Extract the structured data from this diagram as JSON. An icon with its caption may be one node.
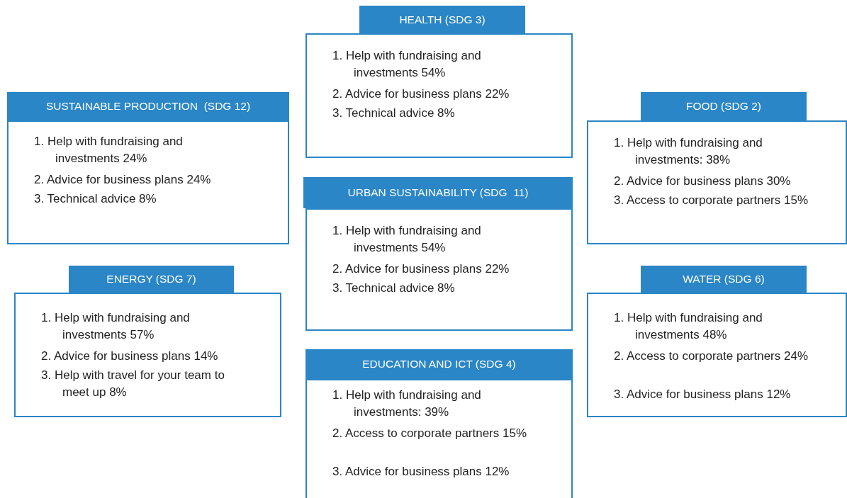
{
  "diagram": {
    "nodes": [
      {
        "text": [
          "HEALTH (SDG 3)",
          "1. Help with fundraising and investments 54%",
          "2. Advice for business plans 22%",
          "3. Technical advice 8%"
        ]
      },
      {
        "text": [
          "SUSTAINABLE PRODUCTION  (SDG 12)",
          "1. Help with fundraising and investments 24%",
          "2. Advice for business plans 24%",
          "3. Technical advice 8%"
        ]
      },
      {
        "text": [
          "FOOD (SDG 2)",
          "1. Help with fundraising and investments: 38%",
          "2. Advice for business plans 30%",
          "3. Access to corporate partners 15%"
        ]
      },
      {
        "text": [
          "URBAN SUSTAINABILITY (SDG  11)",
          "1. Help with fundraising and investments 54%",
          "2. Advice for business plans 22%",
          "3. Technical advice 8%"
        ]
      },
      {
        "text": [
          "ENERGY (SDG 7)",
          "1. Help with fundraising and investments 57%",
          "2. Advice for business plans 14%",
          "3. Help with travel for your team to meet up 8%"
        ]
      },
      {
        "text": [
          "WATER (SDG 6)",
          "1. Help with fundraising and investments 48%",
          "2. Access to corporate partners 24%",
          "3. Advice for business plans 12%"
        ]
      },
      {
        "text": [
          "EDUCATION AND ICT (SDG 4)",
          "1. Help with fundraising and investments: 39%",
          "2. Access to corporate partners 15%",
          "3. Advice for business plans 12%"
        ]
      }
    ],
    "edges": []
  }
}
